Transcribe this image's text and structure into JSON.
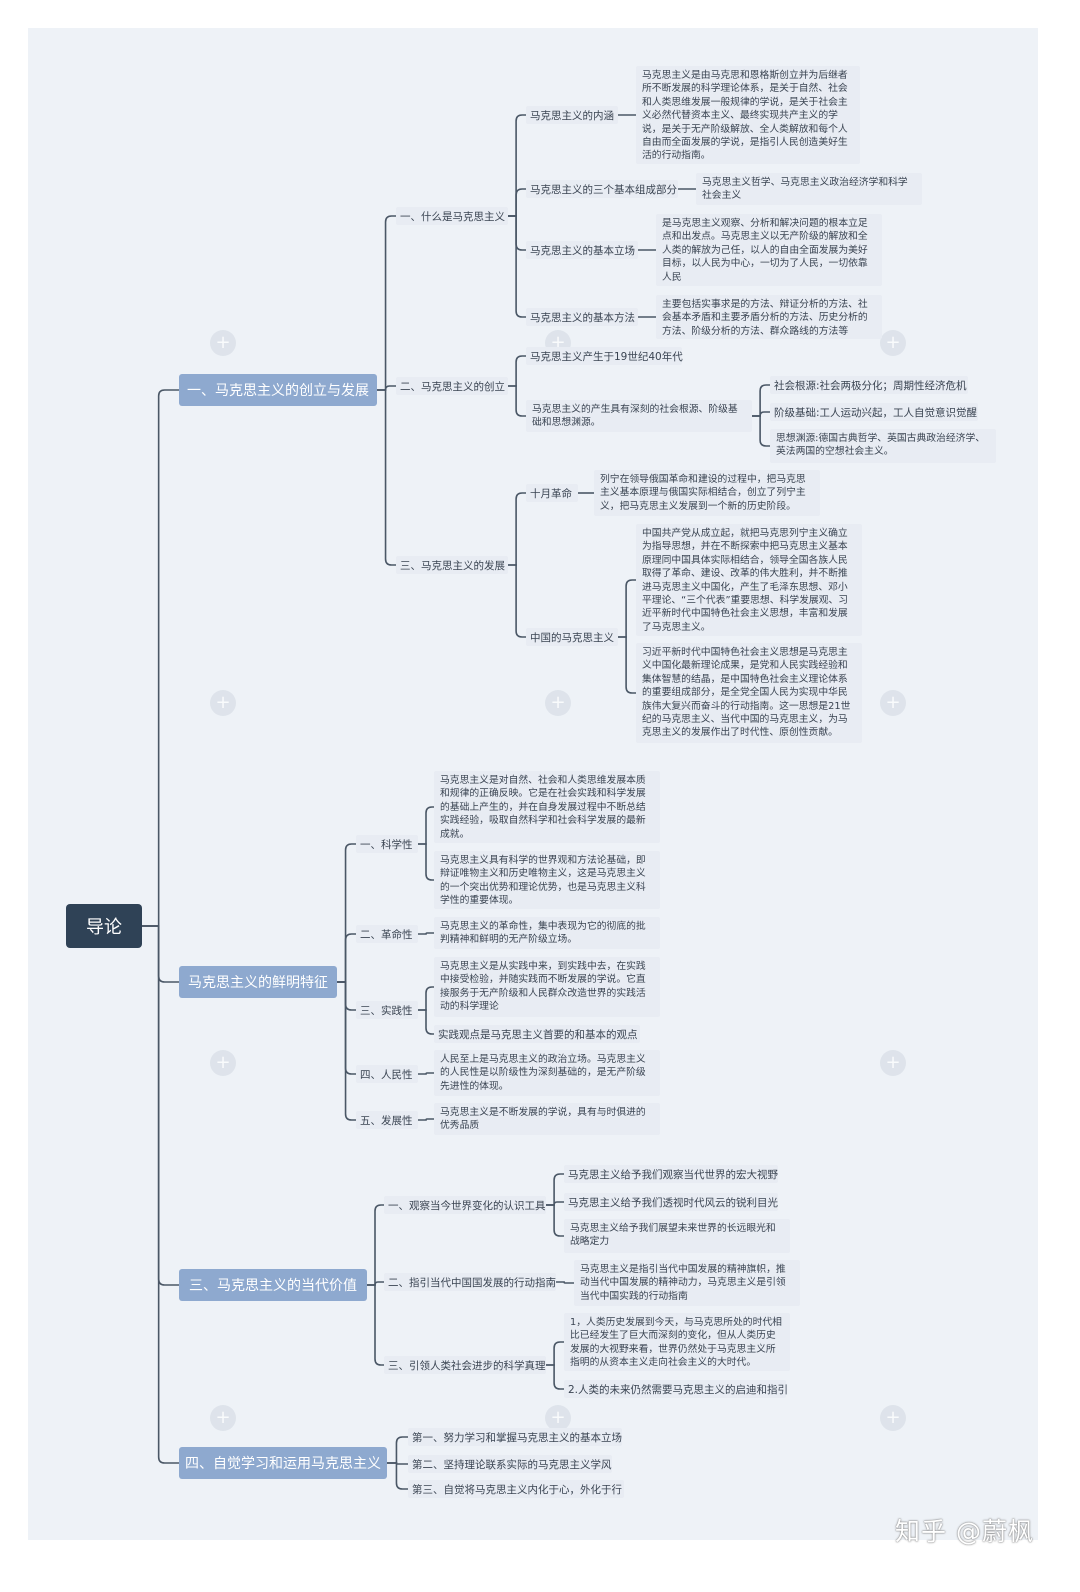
{
  "root": "导论",
  "branches": {
    "b1": {
      "label": "一、马克思主义的创立与发展",
      "s1": {
        "label": "一、什么是马克思主义",
        "t1": {
          "label": "马克思主义的内涵",
          "leaf": "马克思主义是由马克思和恩格斯创立并为后继者所不断发展的科学理论体系，是关于自然、社会和人类思维发展一般规律的学说，是关于社会主义必然代替资本主义、最终实现共产主义的学说，是关于无产阶级解放、全人类解放和每个人自由而全面发展的学说，是指引人民创造美好生活的行动指南。"
        },
        "t2": {
          "label": "马克思主义的三个基本组成部分",
          "leaf": "马克思主义哲学、马克思主义政治经济学和科学社会主义"
        },
        "t3": {
          "label": "马克思主义的基本立场",
          "leaf": "是马克思主义观察、分析和解决问题的根本立足点和出发点。马克思主义以无产阶级的解放和全人类的解放为己任，以人的自由全面发展为美好目标，以人民为中心，一切为了人民，一切依靠人民"
        },
        "t4": {
          "label": "马克思主义的基本方法",
          "leaf": "主要包括实事求是的方法、辩证分析的方法、社会基本矛盾和主要矛盾分析的方法、历史分析的方法、阶级分析的方法、群众路线的方法等"
        }
      },
      "s2": {
        "label": "二、马克思主义的创立",
        "t1": {
          "label": "马克思主义产生于19世纪40年代"
        },
        "t2": {
          "label": "马克思主义的产生具有深刻的社会根源、阶级基础和思想渊源。",
          "l1": "社会根源:社会两极分化；周期性经济危机",
          "l2": "阶级基础:工人运动兴起，工人自觉意识觉醒",
          "l3": "思想渊源:德国古典哲学、英国古典政治经济学、英法两国的空想社会主义。"
        }
      },
      "s3": {
        "label": "三、马克思主义的发展",
        "t1": {
          "label": "十月革命",
          "leaf": "列宁在领导俄国革命和建设的过程中，把马克思主义基本原理与俄国实际相结合，创立了列宁主义，把马克思主义发展到一个新的历史阶段。"
        },
        "t2": {
          "label": "中国的马克思主义",
          "l1": "中国共产党从成立起，就把马克思列宁主义确立为指导思想，并在不断探索中把马克思主义基本原理同中国具体实际相结合，领导全国各族人民取得了革命、建设、改革的伟大胜利，并不断推进马克思主义中国化，产生了毛泽东思想、邓小平理论、“三个代表”重要思想、科学发展观、习近平新时代中国特色社会主义思想，丰富和发展了马克思主义。",
          "l2": "习近平新时代中国特色社会主义思想是马克思主义中国化最新理论成果，是党和人民实践经验和集体智慧的结晶，是中国特色社会主义理论体系的重要组成部分，是全党全国人民为实现中华民族伟大复兴而奋斗的行动指南。这一思想是21世纪的马克思主义、当代中国的马克思主义，为马克思主义的发展作出了时代性、原创性贡献。"
        }
      }
    },
    "b2": {
      "label": "马克思主义的鲜明特征",
      "s1": {
        "label": "一、科学性",
        "l1": "马克思主义是对自然、社会和人类思维发展本质和规律的正确反映。它是在社会实践和科学发展的基础上产生的，并在自身发展过程中不断总结实践经验，吸取自然科学和社会科学发展的最新成就。",
        "l2": "马克思主义具有科学的世界观和方法论基础，即辩证唯物主义和历史唯物主义，这是马克思主义的一个突出优势和理论优势，也是马克思主义科学性的重要体现。"
      },
      "s2": {
        "label": "二、革命性",
        "leaf": "马克思主义的革命性，集中表现为它的彻底的批判精神和鲜明的无产阶级立场。"
      },
      "s3": {
        "label": "三、实践性",
        "l1": "马克思主义是从实践中来，到实践中去，在实践中接受检验，并随实践而不断发展的学说。它直接服务于无产阶级和人民群众改造世界的实践活动的科学理论",
        "l2": "实践观点是马克思主义首要的和基本的观点"
      },
      "s4": {
        "label": "四、人民性",
        "leaf": "人民至上是马克思主义的政治立场。马克思主义的人民性是以阶级性为深刻基础的，是无产阶级先进性的体现。"
      },
      "s5": {
        "label": "五、发展性",
        "leaf": "马克思主义是不断发展的学说，具有与时俱进的优秀品质"
      }
    },
    "b3": {
      "label": "三、马克思主义的当代价值",
      "s1": {
        "label": "一、观察当今世界变化的认识工具",
        "l1": "马克思主义给予我们观察当代世界的宏大视野",
        "l2": "马克思主义给予我们透视时代风云的锐利目光",
        "l3": "马克思主义给予我们展望未来世界的长远眼光和战略定力"
      },
      "s2": {
        "label": "二、指引当代中国国发展的行动指南",
        "leaf": "马克思主义是指引当代中国发展的精神旗帜，推动当代中国发展的精神动力，马克思主义是引领当代中国实践的行动指南"
      },
      "s3": {
        "label": "三、引领人类社会进步的科学真理",
        "l1": "1，人类历史发展到今天，与马克思所处的时代相比已经发生了巨大而深刻的变化，但从人类历史发展的大视野来看，世界仍然处于马克思主义所指明的从资本主义走向社会主义的大时代。",
        "l2": "2.人类的未来仍然需要马克思主义的启迪和指引"
      }
    },
    "b4": {
      "label": "四、自觉学习和运用马克思主义",
      "l1": "第一、努力学习和掌握马克思主义的基本立场",
      "l2": "第二、坚持理论联系实际的马克思主义学风",
      "l3": "第三、自觉将马克思主义内化于心，外化于行"
    }
  },
  "credit": "知乎 @蔚枫",
  "colors": {
    "root_fill": "#2f4256",
    "main_fill": "#8ea9cf",
    "node_fill": "#e8ecf3",
    "line": "#4a5766",
    "canvas": "#eef2f7"
  }
}
